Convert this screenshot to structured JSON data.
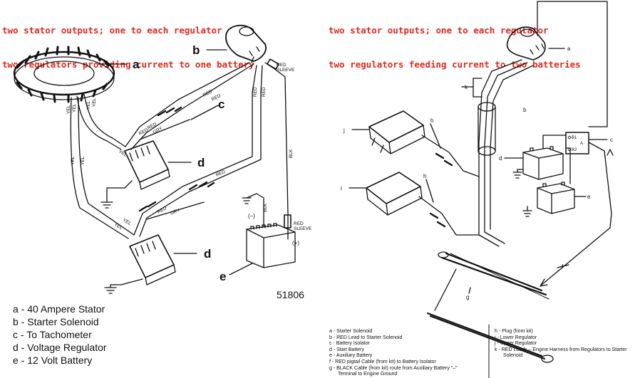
{
  "header": {
    "left_line1": "two stator outputs; one to each regulator",
    "left_line2": "two regulators providing current to one battery",
    "right_line1": "two stator outputs; one to each regulator",
    "right_line2": "two regulators feeding current to two batteries"
  },
  "left_diagram": {
    "callouts": {
      "a": "a",
      "b": "b",
      "c": "c",
      "d1": "d",
      "d2": "d",
      "e": "e"
    },
    "wires": {
      "red": "RED",
      "yel": "YEL",
      "gry": "GRY",
      "blk": "BLK",
      "red_sleeve_1": "RED",
      "red_sleeve_2": "SLEEVE"
    },
    "battery_minus": "(–)",
    "battery_plus": "(+)",
    "figure_number": "51806",
    "legend": [
      "a - 40 Ampere Stator",
      "b - Starter Solenoid",
      "c - To Tachometer",
      "d - Voltage Regulator",
      "e - 12 Volt Battery"
    ]
  },
  "right_diagram": {
    "callouts": {
      "a": "a",
      "b": "b",
      "c": "c",
      "d": "d",
      "e": "e",
      "f": "f",
      "g": "g",
      "h1": "h",
      "h2": "h",
      "i": "i",
      "j": "j",
      "k": "k"
    },
    "isolator": {
      "b1": "B1",
      "b2": "B2",
      "a": "A"
    },
    "legend_left": [
      "a  - Starter Solenoid",
      "b  - RED Lead to Starter Solenoid",
      "c  - Battery Isolator",
      "d  - Start Battery",
      "e  - Auxiliary Battery",
      "f  - RED pigtail Cable (from kit) to Battery Isolator",
      "g  - BLACK Cable (from kit) route from Auxiliary Battery \"–\"",
      "Terminal to Engine Ground"
    ],
    "legend_right": [
      "h  - Plug (from kit)",
      "i   - Lower Regulator",
      "j   - Upper Regulator",
      "k  - RED Leads – Engine Harness from Regulators to Starter",
      "Solenoid"
    ]
  },
  "colors": {
    "header_red": "#e0281c",
    "line": "#111111"
  }
}
